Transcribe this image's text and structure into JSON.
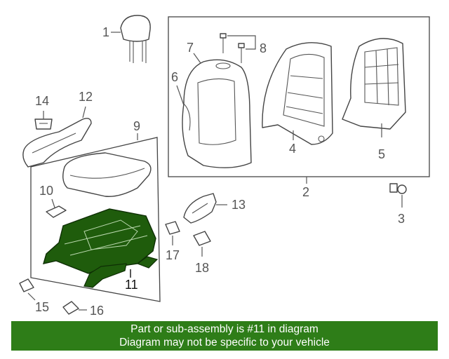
{
  "diagram": {
    "highlight_color": "#1f5c0c",
    "callouts": {
      "c1": "1",
      "c2": "2",
      "c3": "3",
      "c4": "4",
      "c5": "5",
      "c6": "6",
      "c7": "7",
      "c8": "8",
      "c9": "9",
      "c10": "10",
      "c11": "11",
      "c12": "12",
      "c13": "13",
      "c14": "14",
      "c15": "15",
      "c16": "16",
      "c17": "17",
      "c18": "18"
    }
  },
  "banner": {
    "line1": "Part or sub-assembly is #11 in diagram",
    "line2": "Diagram may not be specific to your vehicle",
    "color": "#2e7d18"
  }
}
